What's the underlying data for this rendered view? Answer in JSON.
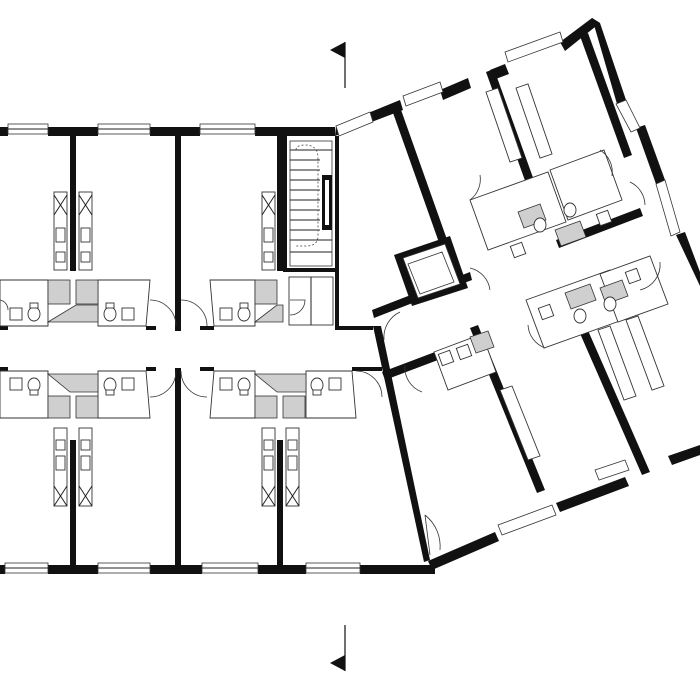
{
  "drawing": {
    "type": "architectural floor plan",
    "section_markers": [
      "top",
      "bottom"
    ],
    "units_left_block": 8,
    "units_right_block": 4,
    "colors": {
      "wall": "#111111",
      "line": "#222222",
      "shade": "#cfcfcf",
      "background": "#ffffff"
    }
  }
}
